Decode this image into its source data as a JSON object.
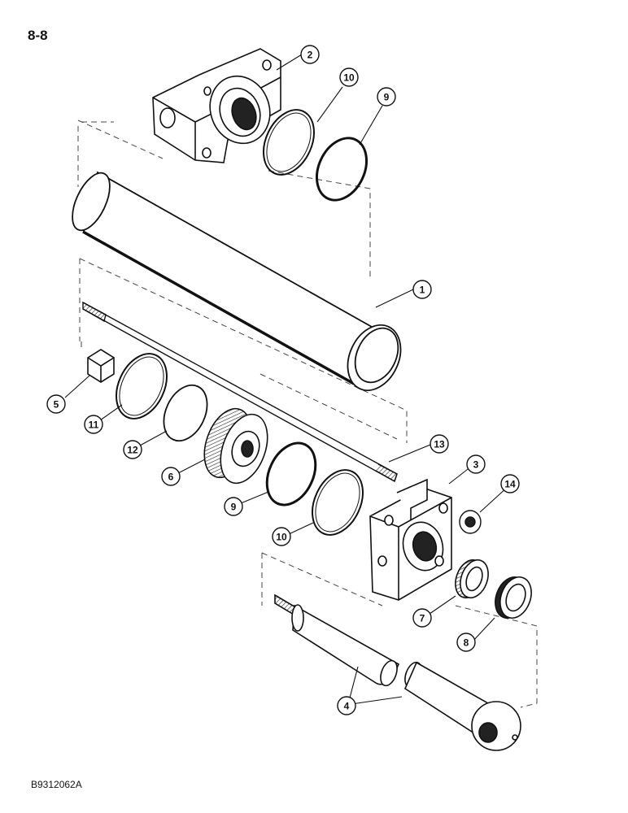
{
  "page": {
    "number": "8-8",
    "code": "B9312062A"
  },
  "callouts": [
    {
      "id": "c2",
      "label": "2"
    },
    {
      "id": "c10a",
      "label": "10"
    },
    {
      "id": "c9a",
      "label": "9"
    },
    {
      "id": "c1",
      "label": "1"
    },
    {
      "id": "c5",
      "label": "5"
    },
    {
      "id": "c11",
      "label": "11"
    },
    {
      "id": "c12",
      "label": "12"
    },
    {
      "id": "c6",
      "label": "6"
    },
    {
      "id": "c13",
      "label": "13"
    },
    {
      "id": "c3",
      "label": "3"
    },
    {
      "id": "c14",
      "label": "14"
    },
    {
      "id": "c9b",
      "label": "9"
    },
    {
      "id": "c10b",
      "label": "10"
    },
    {
      "id": "c7",
      "label": "7"
    },
    {
      "id": "c8",
      "label": "8"
    },
    {
      "id": "c4",
      "label": "4"
    }
  ]
}
